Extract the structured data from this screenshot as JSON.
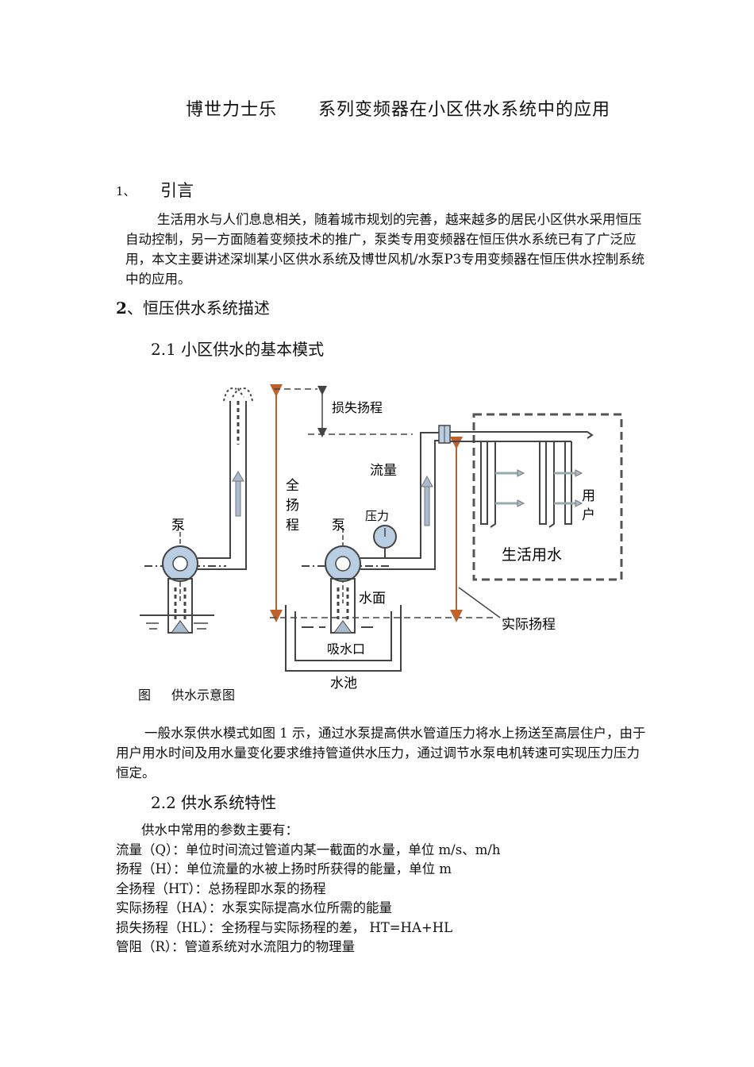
{
  "doc": {
    "title_part1": "博世力士乐",
    "title_part2": "系列变频器在小区供水系统中的应用",
    "sec1_num": "1、",
    "sec1_title": "引言",
    "intro_para": "生活用水与人们息息相关，随着城市规划的完善，越来越多的居民小区供水采用恒压自动控制，另一方面随着变频技术的推广，泵类专用变频器在恒压供水系统已有了广泛应用，本文主要讲述深圳某小区供水系统及博世风机/水泵P3专用变频器在恒压供水控制系统中的应用。",
    "sec2_num": "2",
    "sec2_title": "、恒压供水系统描述",
    "sec21_title": "2.1 小区供水的基本模式",
    "fig_caption_prefix": "图",
    "fig_caption_text": "供水示意图",
    "mode_para": "一般水泵供水模式如图 1 示，通过水泵提高供水管道压力将水上扬送至高层住户，由于用户用水时间及用水量变化要求维持管道供水压力，通过调节水泵电机转速可实现压力压力恒定。",
    "sec22_title": "2.2 供水系统特性",
    "params_intro": "供水中常用的参数主要有：",
    "params": [
      "流量（Q）：单位时间流过管道内某一截面的水量，单位 m/s、m/h",
      "扬程（H）：单位流量的水被上扬时所获得的能量，单位 m",
      "全扬程（HT）：总扬程即水泵的扬程",
      "实际扬程（HA）：水泵实际提高水位所需的能量",
      "损失扬程（HL）：全扬程与实际扬程的差，  HT=HA+HL",
      "管阻（R）：管道系统对水流阻力的物理量"
    ]
  },
  "diagram": {
    "label_loss_head": "损失扬程",
    "label_flow": "流量",
    "label_total_head_1": "全",
    "label_total_head_2": "扬",
    "label_total_head_3": "程",
    "label_pump_left": "泵",
    "label_pump_right": "泵",
    "label_pressure": "压力",
    "label_user_1": "用",
    "label_user_2": "户",
    "label_domestic": "生活用水",
    "label_water_surface": "水面",
    "label_actual_head": "实际扬程",
    "label_intake": "吸水口",
    "label_pool": "水池",
    "colors": {
      "pipe": "#444444",
      "pump_fill": "#b9cde3",
      "head_arrow": "#c0612b",
      "flow_arrow": "#aabbd0"
    }
  }
}
